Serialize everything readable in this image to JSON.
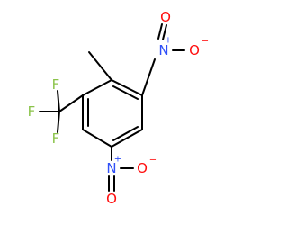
{
  "molecule": {
    "atoms": {
      "nitro_top_n": "N",
      "nitro_top_n_charge": "+",
      "nitro_top_o_up": "O",
      "nitro_top_o_right": "O",
      "nitro_top_o_right_charge": "−",
      "nitro_bottom_n": "N",
      "nitro_bottom_n_charge": "+",
      "nitro_bottom_o_down": "O",
      "nitro_bottom_o_right": "O",
      "nitro_bottom_o_right_charge": "−",
      "cf3_f_top": "F",
      "cf3_f_left": "F",
      "cf3_f_bottom": "F"
    },
    "colors": {
      "bond": "#000000",
      "nitrogen": "#3050f8",
      "oxygen": "#ff0d0d",
      "fluorine": "#8bc34a"
    }
  }
}
